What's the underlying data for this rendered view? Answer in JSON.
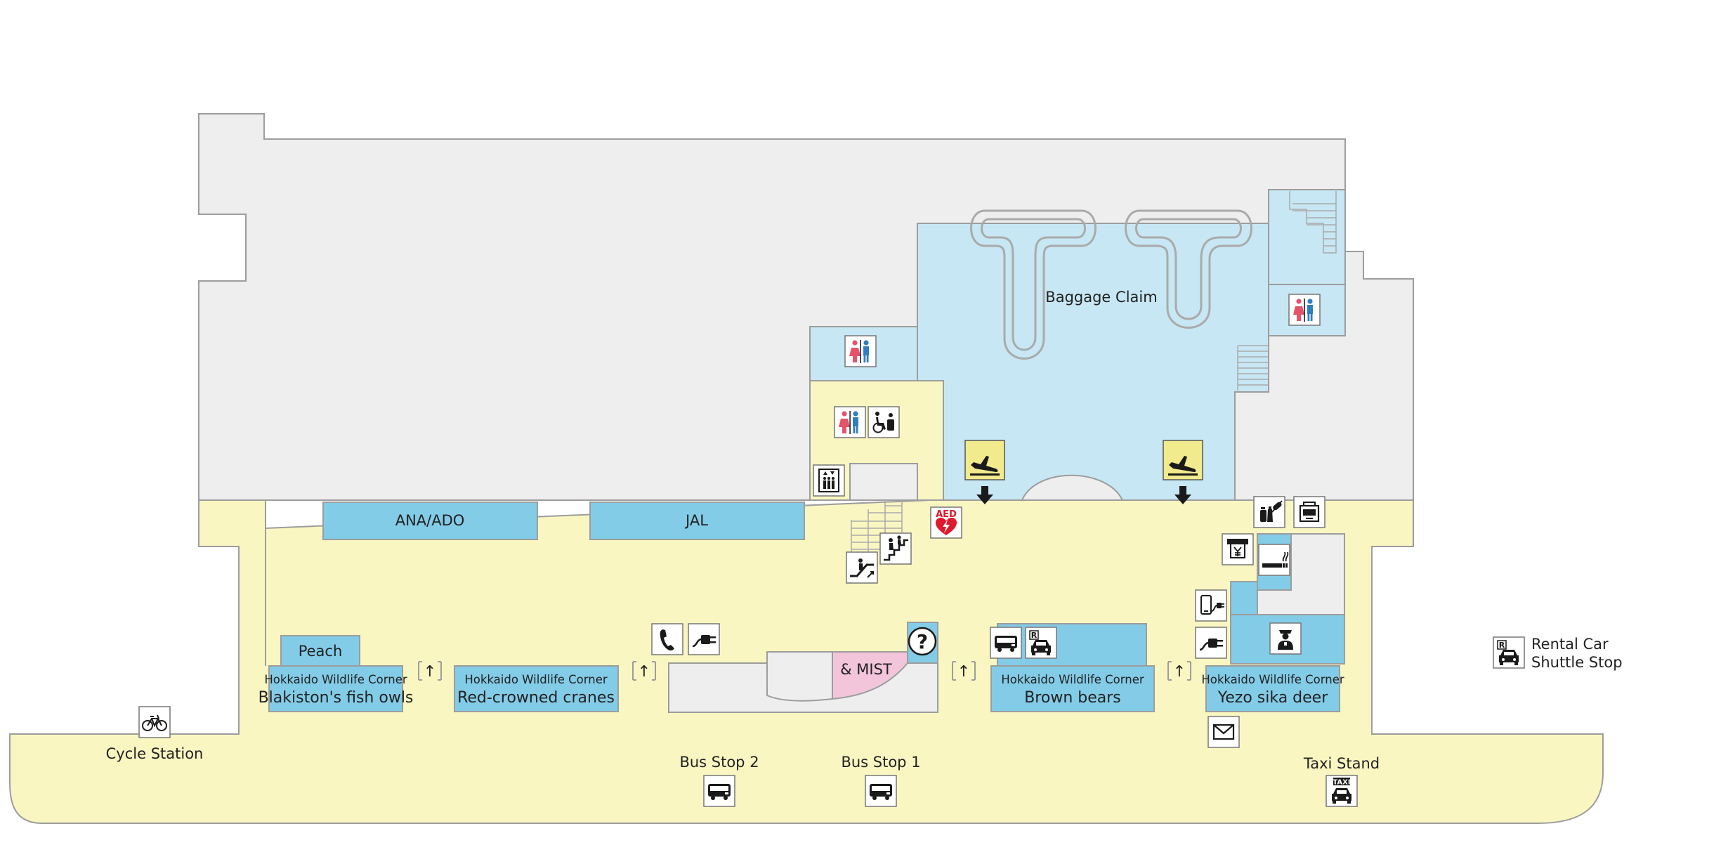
{
  "colors": {
    "restricted": "#eeeeee",
    "public_hall": "#f9f6c1",
    "facility": "#83cce8",
    "baggage": "#c7e7f4",
    "shop_pink": "#f2c5da",
    "arrival_sign": "#f1eb8e",
    "outline": "#9d9d9d",
    "aed_red": "#e0182c"
  },
  "areas": {
    "baggage_claim": "Baggage Claim",
    "ana_ado": "ANA/ADO",
    "jal": "JAL",
    "peach": "Peach",
    "shop": "& MIST"
  },
  "wildlife_corners": [
    {
      "heading": "Hokkaido Wildlife Corner",
      "name": "Blakiston's fish owls"
    },
    {
      "heading": "Hokkaido Wildlife Corner",
      "name": "Red-crowned cranes"
    },
    {
      "heading": "Hokkaido Wildlife Corner",
      "name": "Brown bears"
    },
    {
      "heading": "Hokkaido Wildlife Corner",
      "name": "Yezo sika deer"
    }
  ],
  "outdoor": {
    "cycle_station": "Cycle Station",
    "bus_stop_2": "Bus Stop 2",
    "bus_stop_1": "Bus Stop 1",
    "taxi_stand": "Taxi Stand",
    "taxi_sign": "TAXI",
    "rental_line1": "Rental Car",
    "rental_line2": "Shuttle Stop"
  },
  "icons": {
    "aed": "AED",
    "info": "?",
    "rental_mark": "R",
    "up_arrow": "↑"
  }
}
